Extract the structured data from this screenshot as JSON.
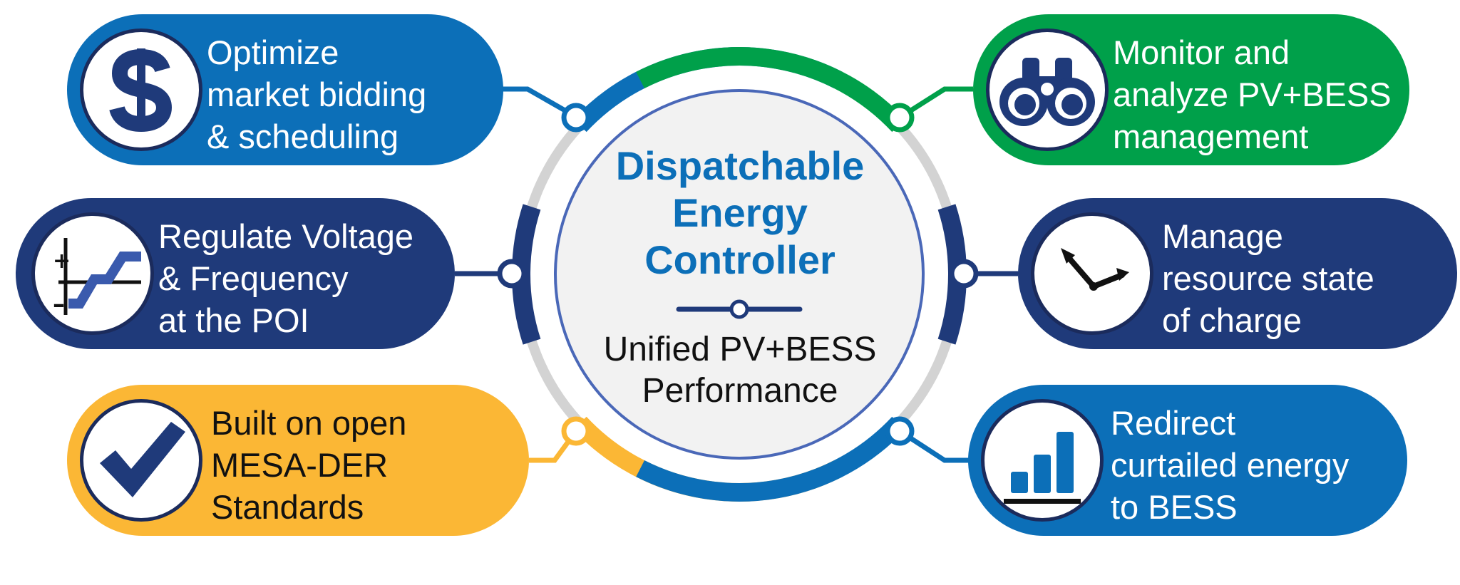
{
  "center": {
    "title_lines": [
      "Dispatchable",
      "Energy",
      "Controller"
    ],
    "subtitle_lines": [
      "Unified PV+BESS",
      "Performance"
    ]
  },
  "features": [
    {
      "id": "market-bidding",
      "icon": "dollar-sign-icon",
      "color": "#0c6fb8",
      "lines": [
        "Optimize",
        "market bidding",
        "& scheduling"
      ]
    },
    {
      "id": "voltage-frequency",
      "icon": "voltage-curve-icon",
      "color": "#1f3a7a",
      "lines": [
        "Regulate Voltage",
        "& Frequency",
        "at the POI"
      ]
    },
    {
      "id": "mesa-der",
      "icon": "checkmark-icon",
      "color": "#fbb735",
      "lines": [
        "Built on open",
        "MESA-DER",
        "Standards"
      ]
    },
    {
      "id": "monitor-analyze",
      "icon": "binoculars-icon",
      "color": "#00a04a",
      "lines": [
        "Monitor and",
        "analyze PV+BESS",
        "management"
      ]
    },
    {
      "id": "state-of-charge",
      "icon": "clock-icon",
      "color": "#1f3a7a",
      "lines": [
        "Manage",
        "resource state",
        "of charge"
      ]
    },
    {
      "id": "curtailed-energy",
      "icon": "bar-chart-icon",
      "color": "#0c6fb8",
      "lines": [
        "Redirect",
        "curtailed energy",
        "to BESS"
      ]
    }
  ],
  "colors": {
    "blue": "#0c6fb8",
    "navy": "#1f3a7a",
    "green": "#00a04a",
    "yellow": "#fbb735",
    "ring_gray": "#d3d3d3",
    "center_fill": "#f2f2f2"
  }
}
